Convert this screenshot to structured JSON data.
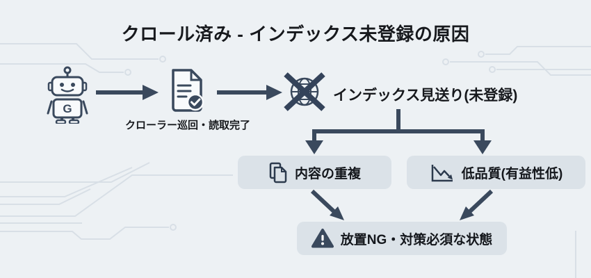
{
  "page": {
    "title": "クロール済み - インデックス未登録の原因"
  },
  "flow": {
    "crawler": {
      "icon": "google-crawler-robot-icon",
      "body_letter": "G",
      "caption": "クローラー巡回・読取完了"
    },
    "crawled_doc": {
      "icon": "document-check-icon"
    },
    "result": {
      "icon": "globe-crossed-out-icon",
      "label": "インデックス見送り(未登録)"
    },
    "causes": [
      {
        "icon": "duplicate-pages-icon",
        "label": "内容の重複"
      },
      {
        "icon": "declining-chart-icon",
        "label": "低品質(有益性低)"
      }
    ],
    "outcome": {
      "icon": "warning-triangle-icon",
      "label": "放置NG・対策必須な状態"
    }
  },
  "colors": {
    "background": "#edf1f4",
    "accent_slate": "#3a495d",
    "box_background": "#dbe2e8",
    "text": "#15181d",
    "circuit_trace": "#d8dfe6"
  }
}
